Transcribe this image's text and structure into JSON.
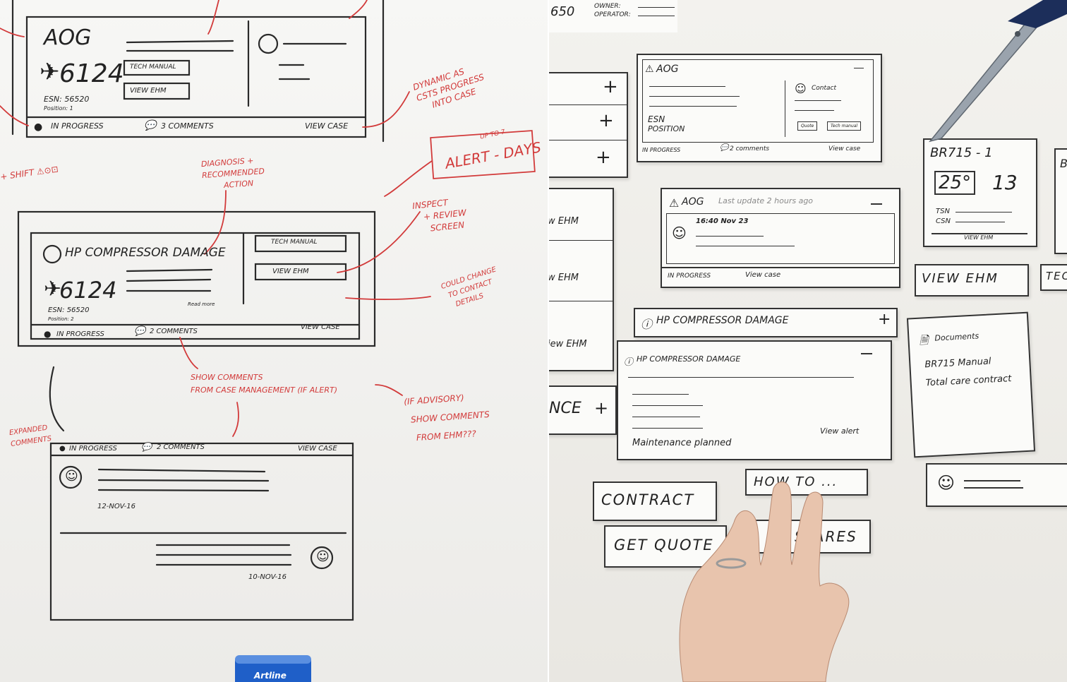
{
  "left_board": {
    "top_card": {
      "alert": "AOG",
      "aircraft": "6124",
      "button_1": "TECH MANUAL",
      "button_2": "VIEW EHM",
      "esn": "ESN: 56520",
      "position": "Position: 1",
      "status": "IN PROGRESS",
      "comments": "3 COMMENTS",
      "view_case": "VIEW CASE"
    },
    "notes": {
      "dynamic": "DYNAMIC AS",
      "dynamic_2": "CSTS PROGRESS",
      "dynamic_3": "INTO CASE",
      "alert_days": "ALERT - DAYS",
      "up_to": "UP TO 7",
      "inspect": "INSPECT",
      "review": "+ REVIEW",
      "screen": "SCREEN",
      "diagnosis": "DIAGNOSIS +",
      "recommended": "RECOMMENDED",
      "action": "ACTION",
      "could_change": "COULD CHANGE",
      "to_contact": "TO CONTACT",
      "details": "DETAILS",
      "show_comments": "SHOW COMMENTS",
      "from_case": "FROM CASE MANAGEMENT (IF ALERT)",
      "if_advisory": "(IF ADVISORY)",
      "show_comments_2": "SHOW COMMENTS",
      "from_ehm": "FROM EHM???",
      "expanded": "EXPANDED",
      "comments": "COMMENTS",
      "left_edge": "+ SHIFT ⚠⊙⊡"
    },
    "middle_card": {
      "title": "HP COMPRESSOR DAMAGE",
      "aircraft": "6124",
      "button_1": "TECH MANUAL",
      "button_2": "VIEW EHM",
      "esn": "ESN: 56520",
      "position": "Position: 2",
      "read_more": "Read more",
      "status": "IN PROGRESS",
      "comments": "2 COMMENTS",
      "view_case": "VIEW CASE"
    },
    "bottom_card": {
      "status": "IN PROGRESS",
      "comments": "2 COMMENTS",
      "view_case": "VIEW CASE",
      "date_1": "12-NOV-16",
      "date_2": "10-NOV-16"
    },
    "eraser_brand": "Artline"
  },
  "right_board": {
    "top_labels": {
      "esn": "650",
      "owner": "OWNER:",
      "operator": "OPERATOR:"
    },
    "card_aog": {
      "alert": "AOG",
      "contact": "Contact",
      "esn": "ESN",
      "position": "POSITION",
      "btn_1": "Quote",
      "btn_2": "Tech manual",
      "status": "IN PROGRESS",
      "comments": "2 comments",
      "view_case": "View case"
    },
    "card_aog_2": {
      "alert": "AOG",
      "last_update": "Last update  2 hours ago",
      "time": "16:40  Nov 23",
      "status": "IN PROGRESS",
      "view_case": "View case"
    },
    "card_hp_collapsed": {
      "title": "HP COMPRESSOR DAMAGE"
    },
    "card_hp_expanded": {
      "title": "HP COMPRESSOR DAMAGE",
      "footer_left": "Maintenance planned",
      "footer_right": "View alert"
    },
    "card_br715": {
      "title": "BR715 - 1",
      "temp": "25°",
      "count": "13",
      "tsn": "TSN",
      "csn": "CSN",
      "view_ehm": "VIEW EHM"
    },
    "view_ehm_button": "VIEW EHM",
    "tech_button": "TECH",
    "documents_card": {
      "title": "Documents",
      "item_1": "BR715 Manual",
      "item_2": "Total care contract"
    },
    "left_edge_cards": {
      "label_1": "w EHM",
      "label_2": "w EHM",
      "label_3": "iew EHM",
      "label_4": "NCE"
    },
    "buttons": {
      "contract": "CONTRACT",
      "get_quote": "GET QUOTE",
      "how_to": "HOW TO ...",
      "spares": "SPARES"
    }
  }
}
